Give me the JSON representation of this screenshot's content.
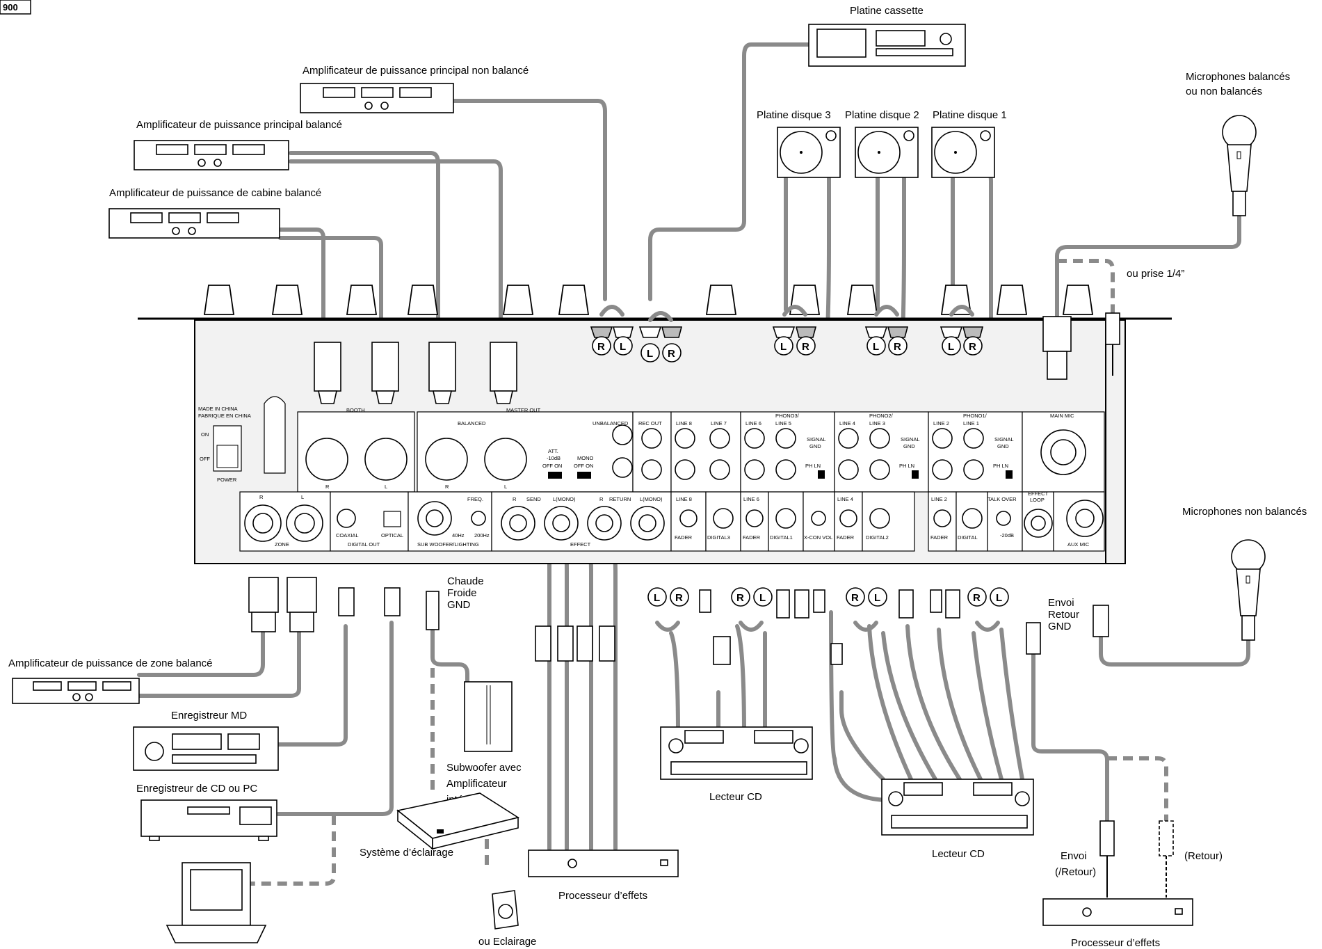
{
  "page_tag": "900",
  "labels": {
    "cassette": "Platine cassette",
    "main_unbal": "Amplificateur de puissance principal non balancé",
    "main_bal": "Amplificateur de puissance principal balancé",
    "booth_bal": "Amplificateur de puissance de cabine balancé",
    "turntable3": "Platine disque 3",
    "turntable2": "Platine disque 2",
    "turntable1": "Platine disque 1",
    "mics_bal_1": "Microphones balancés",
    "mics_bal_2": "ou non balancés",
    "jack_quarter": "ou prise 1/4”",
    "mics_unbal": "Microphones non balancés",
    "zone_bal": "Amplificateur de puissance de zone balancé",
    "md_rec": "Enregistreur MD",
    "cd_pc_rec": "Enregistreur de CD ou PC",
    "sub_1": "Subwoofer avec",
    "sub_2": "Amplificateur",
    "sub_3": "intégré",
    "lighting_sys": "Système d’éclairage",
    "or_lighting": "ou Eclairage",
    "fx_proc_1": "Processeur d’effets",
    "cd_player_1": "Lecteur CD",
    "cd_player_2": "Lecteur CD",
    "send_1": "Envoi",
    "send_2": "(/Retour)",
    "return_dashed": "(Retour)",
    "fx_proc_2": "Processeur d’effets",
    "hot": "Chaude",
    "cold": "Froide",
    "gnd1": "GND",
    "envoi": "Envoi",
    "retour": "Retour",
    "gnd2": "GND"
  },
  "plug_letters": {
    "L": "L",
    "R": "R"
  },
  "panel_text": {
    "made_in": "MADE IN CHINA",
    "fabrique": "FABRIQUE EN CHINA",
    "on": "ON",
    "off": "OFF",
    "power": "POWER",
    "booth": "BOOTH",
    "balanced": "BALANCED",
    "master_out": "MASTER OUT",
    "r": "R",
    "l": "L",
    "unbalanced": "UNBALANCED",
    "rec_out": "REC OUT",
    "att": "ATT.",
    "att_db": "-10dB",
    "off_on": "OFF  ON",
    "mono": "MONO",
    "line8": "LINE 8",
    "line7": "LINE 7",
    "line6": "LINE 6",
    "phono3": "PHONO3/",
    "line5": "LINE 5",
    "line4": "LINE 4",
    "phono2": "PHONO2/",
    "line3": "LINE 3",
    "line2": "LINE 2",
    "phono1": "PHONO1/",
    "line1": "LINE 1",
    "signal": "SIGNAL",
    "gnd": "GND",
    "ph_ln": "PH   LN",
    "main_mic": "MAIN MIC",
    "zone": "ZONE",
    "digital_out": "DIGITAL OUT",
    "coaxial": "COAXIAL",
    "optical": "OPTICAL",
    "freq": "FREQ.",
    "f40": "40Hz",
    "f200": "200Hz",
    "sub_light": "SUB WOOFER/LIGHTING",
    "send": "SEND",
    "l_mono": "L(MONO)",
    "return": "RETURN",
    "effect": "EFFECT",
    "fader": "FADER",
    "digital3": "DIGITAL3",
    "digital1": "DIGITAL1",
    "x_con": "X-CON VOL",
    "digital2": "DIGITAL2",
    "talk_over": "TALK OVER",
    "db20": "-20dB",
    "effect_loop_1": "EFFECT",
    "effect_loop_2": "LOOP",
    "aux_mic": "AUX MIC",
    "digital": "DIGITAL"
  },
  "colors": {
    "cable": "#8a8a8a",
    "panel": "#f2f2f2",
    "ink": "#000000"
  }
}
